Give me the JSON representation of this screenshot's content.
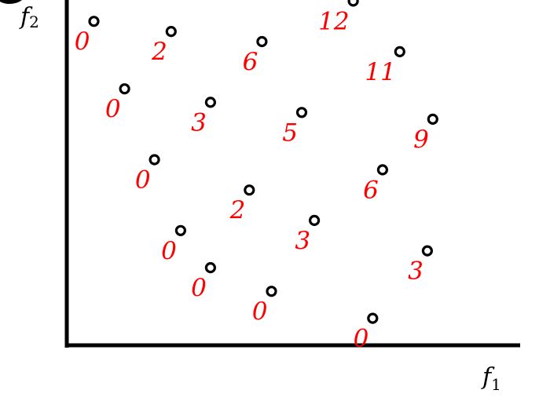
{
  "chart_data": {
    "type": "scatter",
    "title": "",
    "xlabel": "f",
    "xlabel_sub": "1",
    "ylabel": "f",
    "ylabel_sub": "2",
    "grid": false,
    "legend": "none",
    "label_color": "#ff0000",
    "marker_style": "open-circle",
    "xlim": [
      0,
      10
    ],
    "ylim": [
      0,
      10
    ],
    "points": [
      {
        "x": 0.6,
        "y": 9.6,
        "label": "0"
      },
      {
        "x": 2.31,
        "y": 9.3,
        "label": "2"
      },
      {
        "x": 4.32,
        "y": 9.0,
        "label": "6"
      },
      {
        "x": 6.34,
        "y": 10.2,
        "label": "12"
      },
      {
        "x": 7.37,
        "y": 8.7,
        "label": "11"
      },
      {
        "x": 1.28,
        "y": 7.6,
        "label": "0"
      },
      {
        "x": 3.18,
        "y": 7.2,
        "label": "3"
      },
      {
        "x": 5.2,
        "y": 6.9,
        "label": "5"
      },
      {
        "x": 8.1,
        "y": 6.7,
        "label": "9"
      },
      {
        "x": 1.94,
        "y": 5.5,
        "label": "0"
      },
      {
        "x": 4.04,
        "y": 4.6,
        "label": "2"
      },
      {
        "x": 6.99,
        "y": 5.2,
        "label": "6"
      },
      {
        "x": 2.52,
        "y": 3.4,
        "label": "0"
      },
      {
        "x": 5.48,
        "y": 3.7,
        "label": "3"
      },
      {
        "x": 3.18,
        "y": 2.3,
        "label": "0"
      },
      {
        "x": 7.98,
        "y": 2.8,
        "label": "3"
      },
      {
        "x": 4.53,
        "y": 1.6,
        "label": "0"
      },
      {
        "x": 6.77,
        "y": 0.8,
        "label": "0"
      }
    ]
  }
}
